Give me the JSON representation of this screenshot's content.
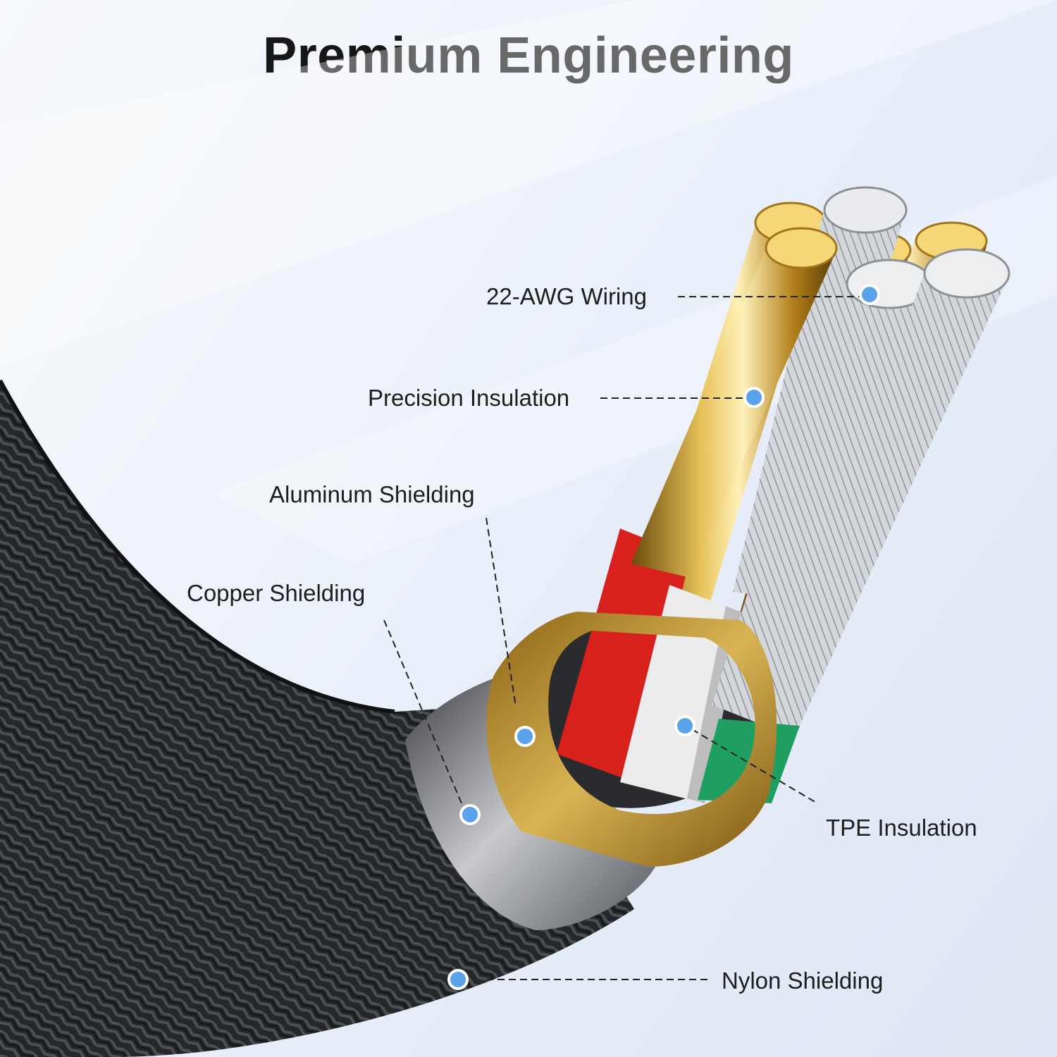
{
  "title": "Premium Engineering",
  "labels": {
    "wiring": "22-AWG Wiring",
    "precision_insulation": "Precision Insulation",
    "aluminum_shielding": "Aluminum Shielding",
    "copper_shielding": "Copper Shielding",
    "tpe_insulation": "TPE Insulation",
    "nylon_shielding": "Nylon Shielding"
  },
  "colors": {
    "marker": "#5aa3ea",
    "braid": "#2b2d30",
    "gold": "#c8961e",
    "red_insulation": "#d8201c",
    "white_insulation": "#eeeeee",
    "green_insulation": "#1f9e62",
    "silver_strands": "#c9ccd0",
    "copper_ring": "#b48a2a",
    "aluminum_sleeve": "#8a8d91"
  }
}
